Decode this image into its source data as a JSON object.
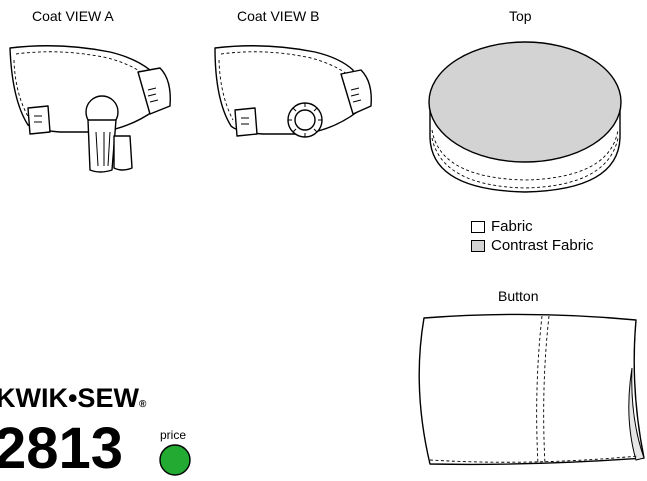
{
  "views": {
    "coat_a": "Coat VIEW A",
    "coat_b": "Coat VIEW B",
    "top": "Top",
    "button": "Button"
  },
  "legend": {
    "fabric": "Fabric",
    "contrast": "Contrast Fabric",
    "fabric_color": "#ffffff",
    "contrast_color": "#d3d3d3"
  },
  "brand": {
    "name": "KWIK•SEW",
    "registered": "®",
    "pattern_number": "2813",
    "price_label": "price",
    "price_dot_color": "#22aa33"
  }
}
